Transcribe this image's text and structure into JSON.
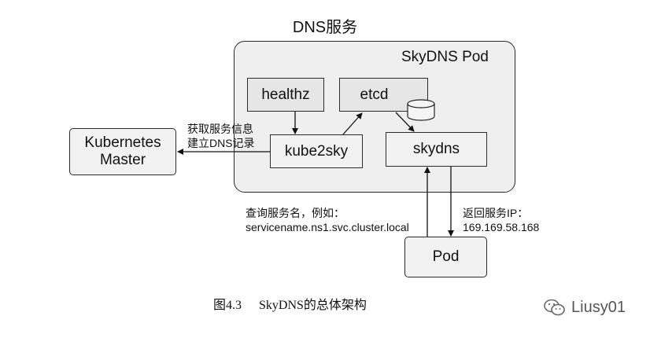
{
  "diagram": {
    "title": "DNS服务",
    "pod_container_label": "SkyDNS Pod",
    "components": {
      "healthz": "healthz",
      "etcd": "etcd",
      "kube2sky": "kube2sky",
      "skydns": "skydns",
      "kubernetes_master_line1": "Kubernetes",
      "kubernetes_master_line2": "Master",
      "pod": "Pod"
    },
    "annotations": {
      "master_line1": "获取服务信息",
      "master_line2": "建立DNS记录",
      "query_line1": "查询服务名，例如：",
      "query_line2": "servicename.ns1.svc.cluster.local",
      "return_line1": "返回服务IP：",
      "return_line2": "169.169.58.168"
    }
  },
  "caption": {
    "figure_number": "图4.3",
    "text": "SkyDNS的总体架构"
  },
  "watermark": {
    "text": "Liusy01",
    "icon": "wechat-icon"
  }
}
